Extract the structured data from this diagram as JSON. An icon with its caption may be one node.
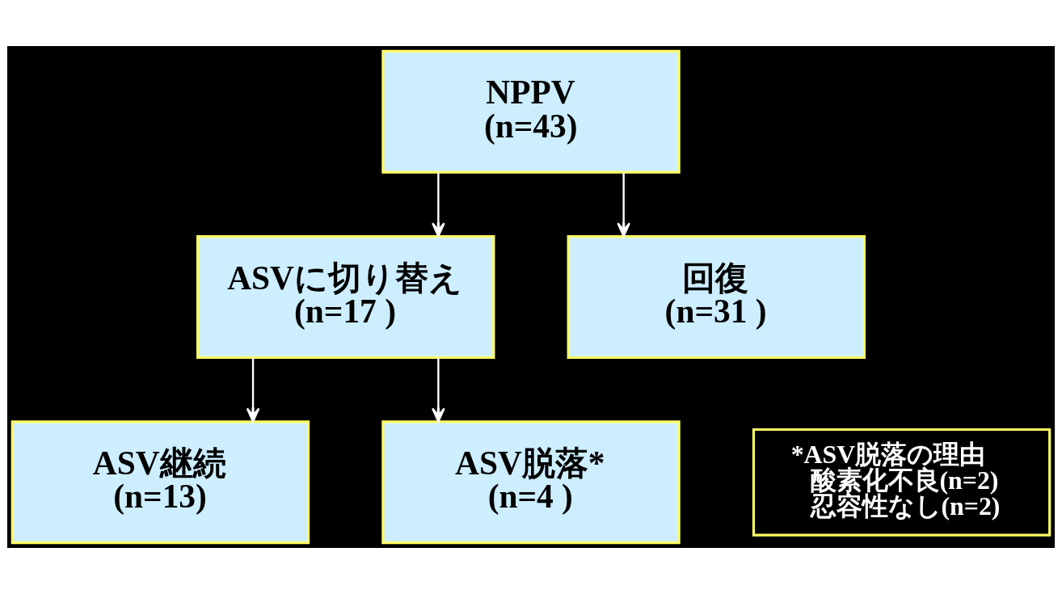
{
  "diagram": {
    "nodes": [
      {
        "text": [
          "NPPV",
          "(n=43)"
        ]
      },
      {
        "text": [
          "ASVに切り替え",
          "(n=17 )"
        ]
      },
      {
        "text": [
          "回復",
          "(n=31 )"
        ]
      },
      {
        "text": [
          "ASV継続",
          "(n=13)"
        ]
      },
      {
        "text": [
          "ASV脱落*",
          "(n=4 )"
        ]
      },
      {
        "text": [
          "*ASV脱落の理由",
          "酸素化不良(n=2)",
          "忍容性なし(n=2)"
        ]
      }
    ],
    "edges": [
      {
        "from": 0,
        "to": 1,
        "arrow": "to"
      },
      {
        "from": 0,
        "to": 2,
        "arrow": "to"
      },
      {
        "from": 1,
        "to": 3,
        "arrow": "to"
      },
      {
        "from": 1,
        "to": 4,
        "arrow": "to"
      }
    ]
  }
}
